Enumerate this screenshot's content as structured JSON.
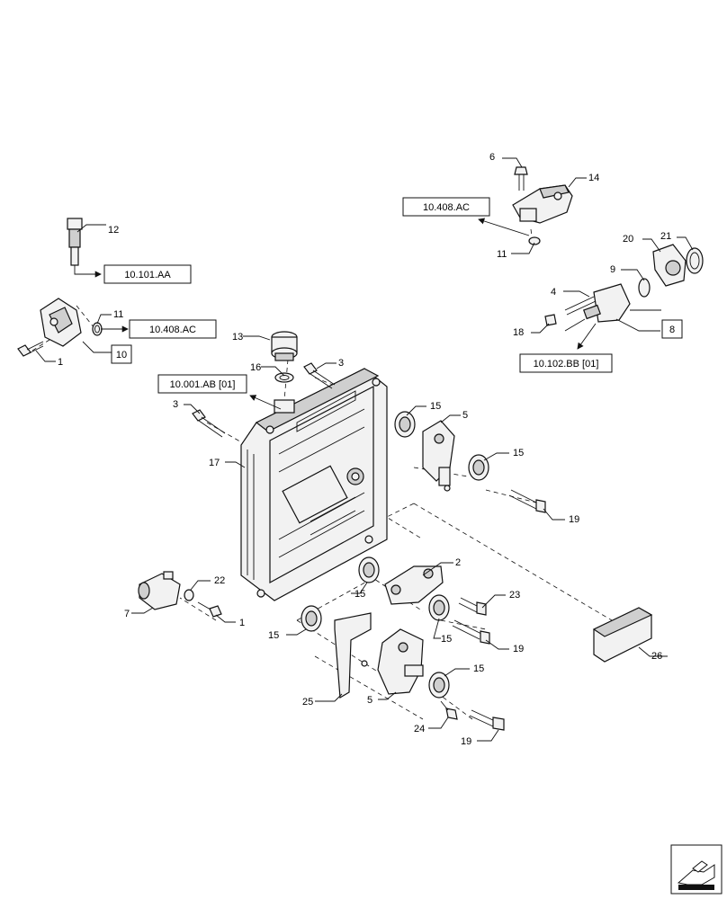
{
  "callouts": {
    "c1a": "1",
    "c1b": "1",
    "c2": "2",
    "c3a": "3",
    "c3b": "3",
    "c5a": "5",
    "c5b": "5",
    "c6": "6",
    "c7": "7",
    "c8": "8",
    "c9": "9",
    "c10": "10",
    "c11a": "11",
    "c11b": "11",
    "c12": "12",
    "c13": "13",
    "c14": "14",
    "c15a": "15",
    "c15b": "15",
    "c15c": "15",
    "c15d": "15",
    "c15e": "15",
    "c15f": "15",
    "c16": "16",
    "c17": "17",
    "c18": "18",
    "c19a": "19",
    "c19b": "19",
    "c19c": "19",
    "c20": "20",
    "c21": "21",
    "c22": "22",
    "c23": "23",
    "c24": "24",
    "c25": "25",
    "c26": "26"
  },
  "references": {
    "ref_101_aa": "10.101.AA",
    "ref_408_ac_left": "10.408.AC",
    "ref_408_ac_top": "10.408.AC",
    "ref_001_ab": "10.001.AB [01]",
    "ref_102_bb": "10.102.BB [01]"
  }
}
